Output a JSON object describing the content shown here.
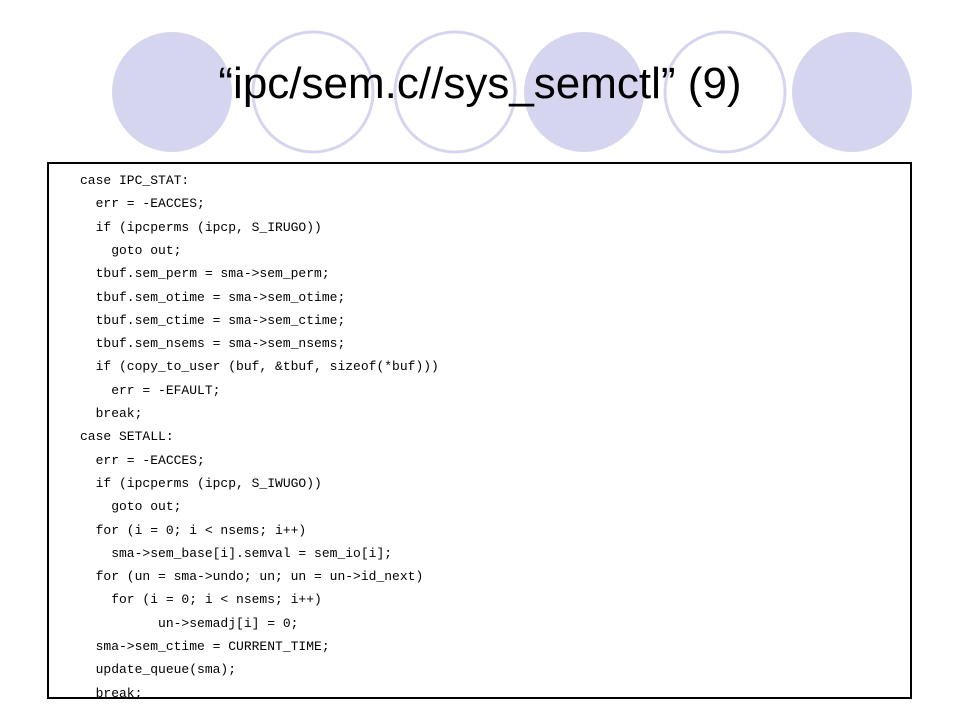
{
  "slide": {
    "title": "“ipc/sem.c//sys_semctl” (9)",
    "colors": {
      "circle_fill": "#d5d5ef",
      "circle_outline": "#d5d5ef",
      "title_text": "#000000",
      "box_border": "#000000"
    }
  },
  "code": {
    "lines": [
      "case IPC_STAT:",
      "  err = -EACCES;",
      "  if (ipcperms (ipcp, S_IRUGO))",
      "    goto out;",
      "  tbuf.sem_perm = sma->sem_perm;",
      "  tbuf.sem_otime = sma->sem_otime;",
      "  tbuf.sem_ctime = sma->sem_ctime;",
      "  tbuf.sem_nsems = sma->sem_nsems;",
      "  if (copy_to_user (buf, &tbuf, sizeof(*buf)))",
      "    err = -EFAULT;",
      "  break;",
      "case SETALL:",
      "  err = -EACCES;",
      "  if (ipcperms (ipcp, S_IWUGO))",
      "    goto out;",
      "  for (i = 0; i < nsems; i++)",
      "    sma->sem_base[i].semval = sem_io[i];",
      "  for (un = sma->undo; un; un = un->id_next)",
      "    for (i = 0; i < nsems; i++)",
      "          un->semadj[i] = 0;",
      "  sma->sem_ctime = CURRENT_TIME;",
      "  update_queue(sma);",
      "  break;"
    ]
  }
}
